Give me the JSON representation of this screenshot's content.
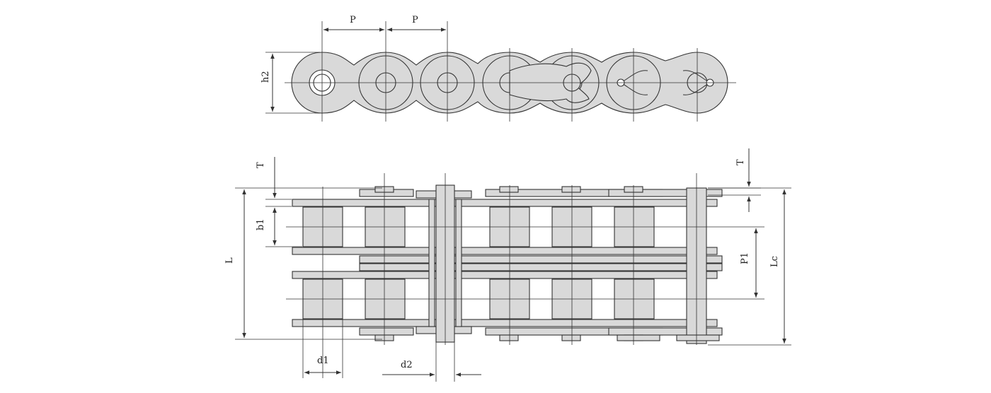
{
  "labels": {
    "pitch_1": "P",
    "pitch_2": "P",
    "plate_height": "h2",
    "plate_thickness_left": "T",
    "plate_thickness_right": "T",
    "inner_width": "b1",
    "overall_length": "L",
    "transverse_pitch": "P1",
    "connecting_pin_length": "Lc",
    "roller_diameter": "d1",
    "pin_diameter": "d2"
  },
  "colors": {
    "part_fill": "#d9d9d9",
    "stroke": "#333333",
    "background": "#ffffff"
  }
}
